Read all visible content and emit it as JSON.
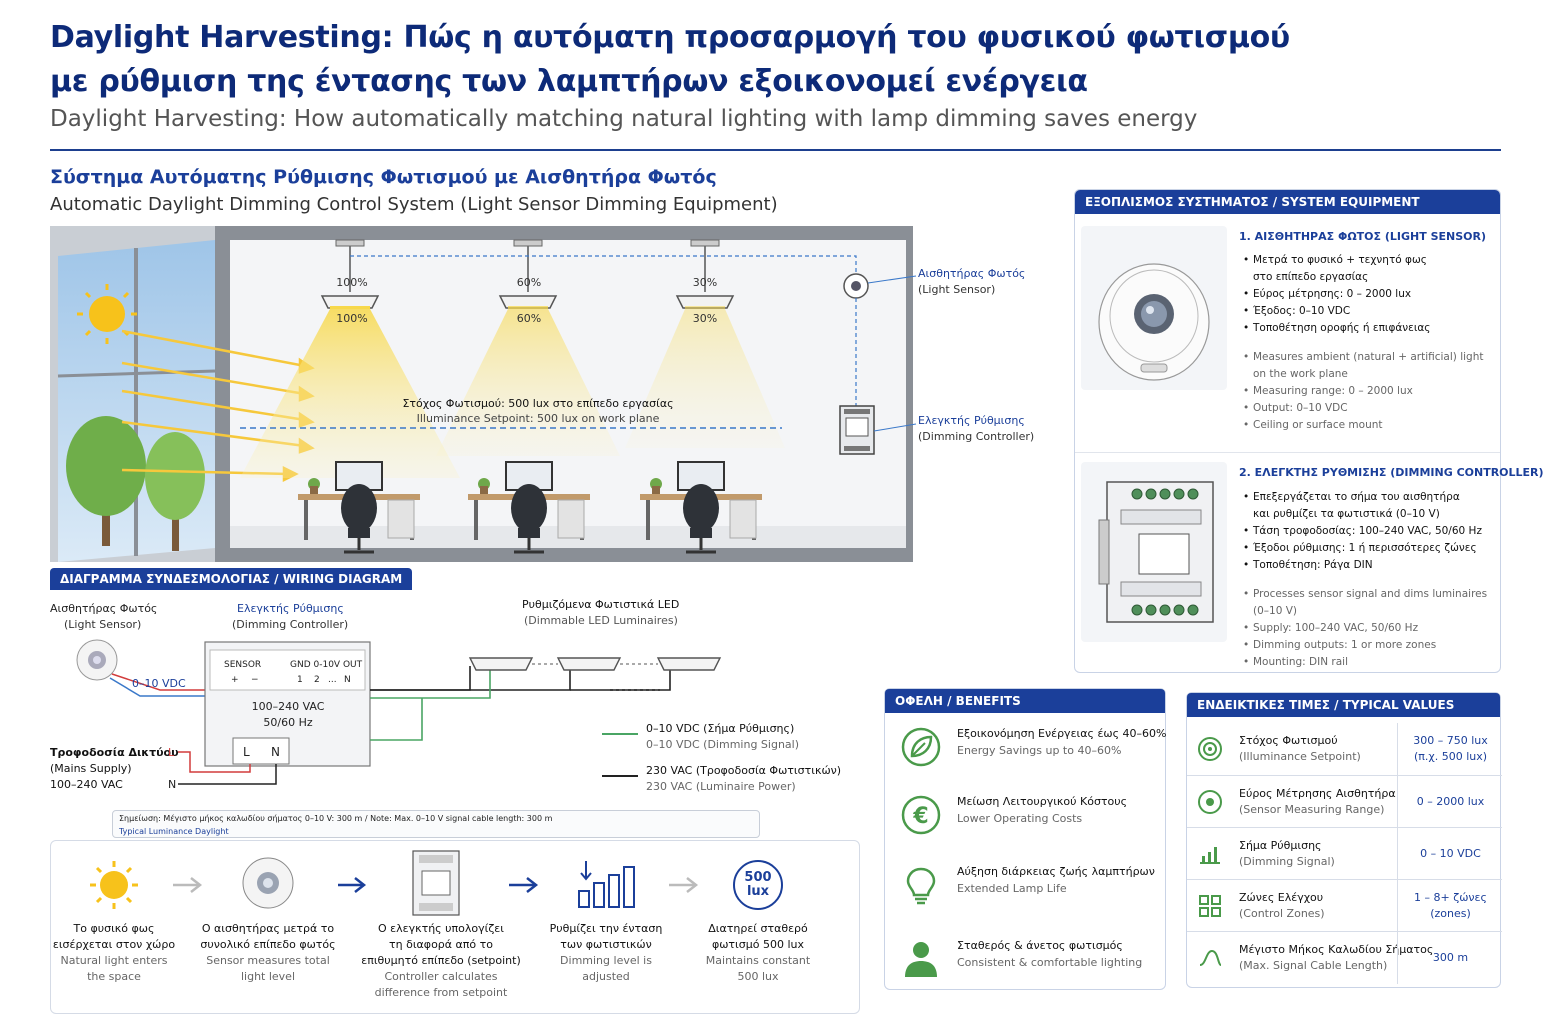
{
  "header": {
    "title_gr_line1": "Daylight Harvesting: Πώς η αυτόματη προσαρμογή του φυσικού φωτισμού",
    "title_gr_line2": "με ρύθμιση της έντασης των λαμπτήρων εξοικονομεί ενέργεια",
    "title_en": "Daylight Harvesting: How automatically matching natural lighting with lamp dimming saves energy"
  },
  "section": {
    "title_gr": "Σύστημα Αυτόματης Ρύθμισης Φωτισμού με Αισθητήρα Φωτός",
    "title_en": "Automatic Daylight Dimming Control System (Light Sensor Dimming Equipment)"
  },
  "room": {
    "luminaires": [
      {
        "label_top": "100%",
        "label": "100%",
        "level": 1.0
      },
      {
        "label_top": "60%",
        "label": "60%",
        "level": 0.6
      },
      {
        "label_top": "30%",
        "label": "30%",
        "level": 0.3
      }
    ],
    "setpoint_gr": "Στόχος Φωτισμού: 500 lux στο επίπεδο εργασίας",
    "setpoint_en": "Illuminance Setpoint: 500 lux on work plane",
    "sensor_gr": "Αισθητήρας Φωτός",
    "sensor_en": "(Light Sensor)",
    "controller_gr": "Ελεγκτής Ρύθμισης",
    "controller_en": "(Dimming Controller)"
  },
  "equipment": {
    "title": "ΕΞΟΠΛΙΣΜΟΣ ΣΥΣΤΗΜΑΤΟΣ / SYSTEM EQUIPMENT",
    "sensor": {
      "heading": "1. ΑΙΣΘΗΤΗΡΑΣ ΦΩΤΟΣ (LIGHT SENSOR)",
      "gr": [
        "Μετρά το φυσικό + τεχνητό φως",
        "στο επίπεδο εργασίας",
        "Εύρος μέτρησης: 0 – 2000 lux",
        "Έξοδος: 0–10 VDC",
        "Τοποθέτηση οροφής ή επιφάνειας"
      ],
      "en": [
        "Measures ambient (natural + artificial) light",
        "on the work plane",
        "Measuring range: 0 – 2000 lux",
        "Output: 0–10 VDC",
        "Ceiling or surface mount"
      ]
    },
    "controller": {
      "heading": "2. ΕΛΕΓΚΤΗΣ ΡΥΘΜΙΣΗΣ (DIMMING CONTROLLER)",
      "gr": [
        "Επεξεργάζεται το σήμα του αισθητήρα",
        "και ρυθμίζει τα φωτιστικά (0–10 V)",
        "Τάση τροφοδοσίας: 100–240 VAC, 50/60 Hz",
        "Έξοδοι ρύθμισης: 1 ή περισσότερες ζώνες",
        "Τοποθέτηση: Ράγα DIN"
      ],
      "en": [
        "Processes sensor signal and dims luminaires",
        "(0–10 V)",
        "Supply: 100–240 VAC, 50/60 Hz",
        "Dimming outputs: 1 or more zones",
        "Mounting: DIN rail"
      ]
    }
  },
  "wiring": {
    "title": "ΔΙΑΓΡΑΜΜΑ ΣΥΝΔΕΣΜΟΛΟΓΙΑΣ / WIRING DIAGRAM",
    "sensor_gr": "Αισθητήρας Φωτός",
    "sensor_en": "(Light Sensor)",
    "controller_gr": "Ελεγκτής Ρύθμισης",
    "controller_en": "(Dimming Controller)",
    "luminaires_gr": "Ρυθμιζόμενα Φωτιστικά LED",
    "luminaires_en": "(Dimmable LED Luminaires)",
    "signal_label": "0–10 VDC",
    "terminal_sensor": "SENSOR",
    "terminal_out": "GND  0-10V OUT",
    "terminal_plus": "+",
    "terminal_minus": "−",
    "terminal_1": "1",
    "terminal_2": "2",
    "terminal_dots": "...",
    "terminal_n": "N",
    "supply_line1": "100–240 VAC",
    "supply_line2": "50/60 Hz",
    "terminal_L": "L",
    "terminal_N": "N",
    "mains_gr": "Τροφοδοσία Δικτύου",
    "mains_en": "(Mains Supply)",
    "mains_v": "100–240 VAC",
    "mains_L": "L",
    "mains_N": "N",
    "legend_signal_gr": "0–10 VDC (Σήμα Ρύθμισης)",
    "legend_signal_en": "0–10 VDC (Dimming Signal)",
    "legend_power_gr": "230 VAC (Τροφοδοσία Φωτιστικών)",
    "legend_power_en": "230 VAC (Luminaire Power)",
    "note_gr": "Σημείωση: Μέγιστο μήκος καλωδίου σήματος 0–10 V: 300 m / Note: Max. 0–10 V signal cable length: 300 m",
    "note_en": "Typical Luminance Daylight"
  },
  "process": [
    {
      "gr1": "Το φυσικό φως",
      "gr2": "εισέρχεται στον χώρο",
      "en1": "Natural light enters",
      "en2": "the space"
    },
    {
      "gr1": "Ο αισθητήρας μετρά το",
      "gr2": "συνολικό επίπεδο φωτός",
      "en1": "Sensor measures total",
      "en2": "light level"
    },
    {
      "gr1": "Ο ελεγκτής υπολογίζει",
      "gr2": "τη διαφορά από το",
      "gr3": "επιθυμητό επίπεδο (setpoint)",
      "en1": "Controller calculates",
      "en2": "difference from setpoint"
    },
    {
      "gr1": "Ρυθμίζει την ένταση",
      "gr2": "των φωτιστικών",
      "en1": "Dimming level is",
      "en2": "adjusted"
    },
    {
      "gr1": "Διατηρεί σταθερό",
      "gr2": "φωτισμό 500 lux",
      "en1": "Maintains constant",
      "en2": "500 lux"
    }
  ],
  "process_badge": {
    "value": "500",
    "unit": "lux"
  },
  "benefits": {
    "title": "ΟΦΕΛΗ / BENEFITS",
    "items": [
      {
        "gr": "Εξοικονόμηση Ενέργειας έως 40–60%",
        "en": "Energy Savings up to 40–60%",
        "icon": "leaf-icon"
      },
      {
        "gr": "Μείωση Λειτουργικού Κόστους",
        "en": "Lower Operating Costs",
        "icon": "euro-icon"
      },
      {
        "gr": "Αύξηση διάρκειας ζωής λαμπτήρων",
        "en": "Extended Lamp Life",
        "icon": "bulb-icon"
      },
      {
        "gr": "Σταθερός & άνετος φωτισμός",
        "en": "Consistent & comfortable lighting",
        "icon": "person-icon"
      }
    ]
  },
  "typical": {
    "title": "ΕΝΔΕΙΚΤΙΚΕΣ ΤΙΜΕΣ / TYPICAL VALUES",
    "rows": [
      {
        "gr": "Στόχος Φωτισμού",
        "en": "(Illuminance Setpoint)",
        "v1": "300 – 750 lux",
        "v2": "(π.χ. 500 lux)"
      },
      {
        "gr": "Εύρος Μέτρησης Αισθητήρα",
        "en": "(Sensor Measuring Range)",
        "v1": "0 – 2000 lux",
        "v2": ""
      },
      {
        "gr": "Σήμα Ρύθμισης",
        "en": "(Dimming Signal)",
        "v1": "0 – 10 VDC",
        "v2": ""
      },
      {
        "gr": "Ζώνες Ελέγχου",
        "en": "(Control Zones)",
        "v1": "1 – 8+ ζώνες",
        "v2": "(zones)"
      },
      {
        "gr": "Μέγιστο Μήκος Καλωδίου Σήματος",
        "en": "(Max. Signal Cable Length)",
        "v1": "300 m",
        "v2": ""
      }
    ]
  },
  "colors": {
    "brand": "#1b3f9a",
    "title": "#0d2a78",
    "signal": "#4aa564",
    "power": "#222222",
    "light": "#f6d44a"
  }
}
